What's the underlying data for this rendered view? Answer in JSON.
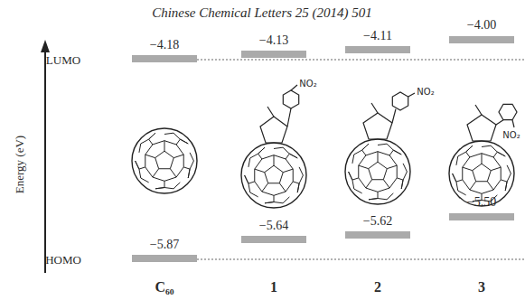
{
  "diagram": {
    "title": "Chinese Chemical Letters 25 (2014) 501",
    "labels": [
      "LUMO",
      "HOMO",
      "Energy (eV)",
      "−4.18",
      "−4.13",
      "−4.11",
      "−4.00",
      "−5.87",
      "−5.64",
      "−5.62",
      "−5.50",
      "NO₂",
      "NO₂",
      "NO₂",
      "C₆₀",
      "1",
      "2",
      "3"
    ]
  }
}
